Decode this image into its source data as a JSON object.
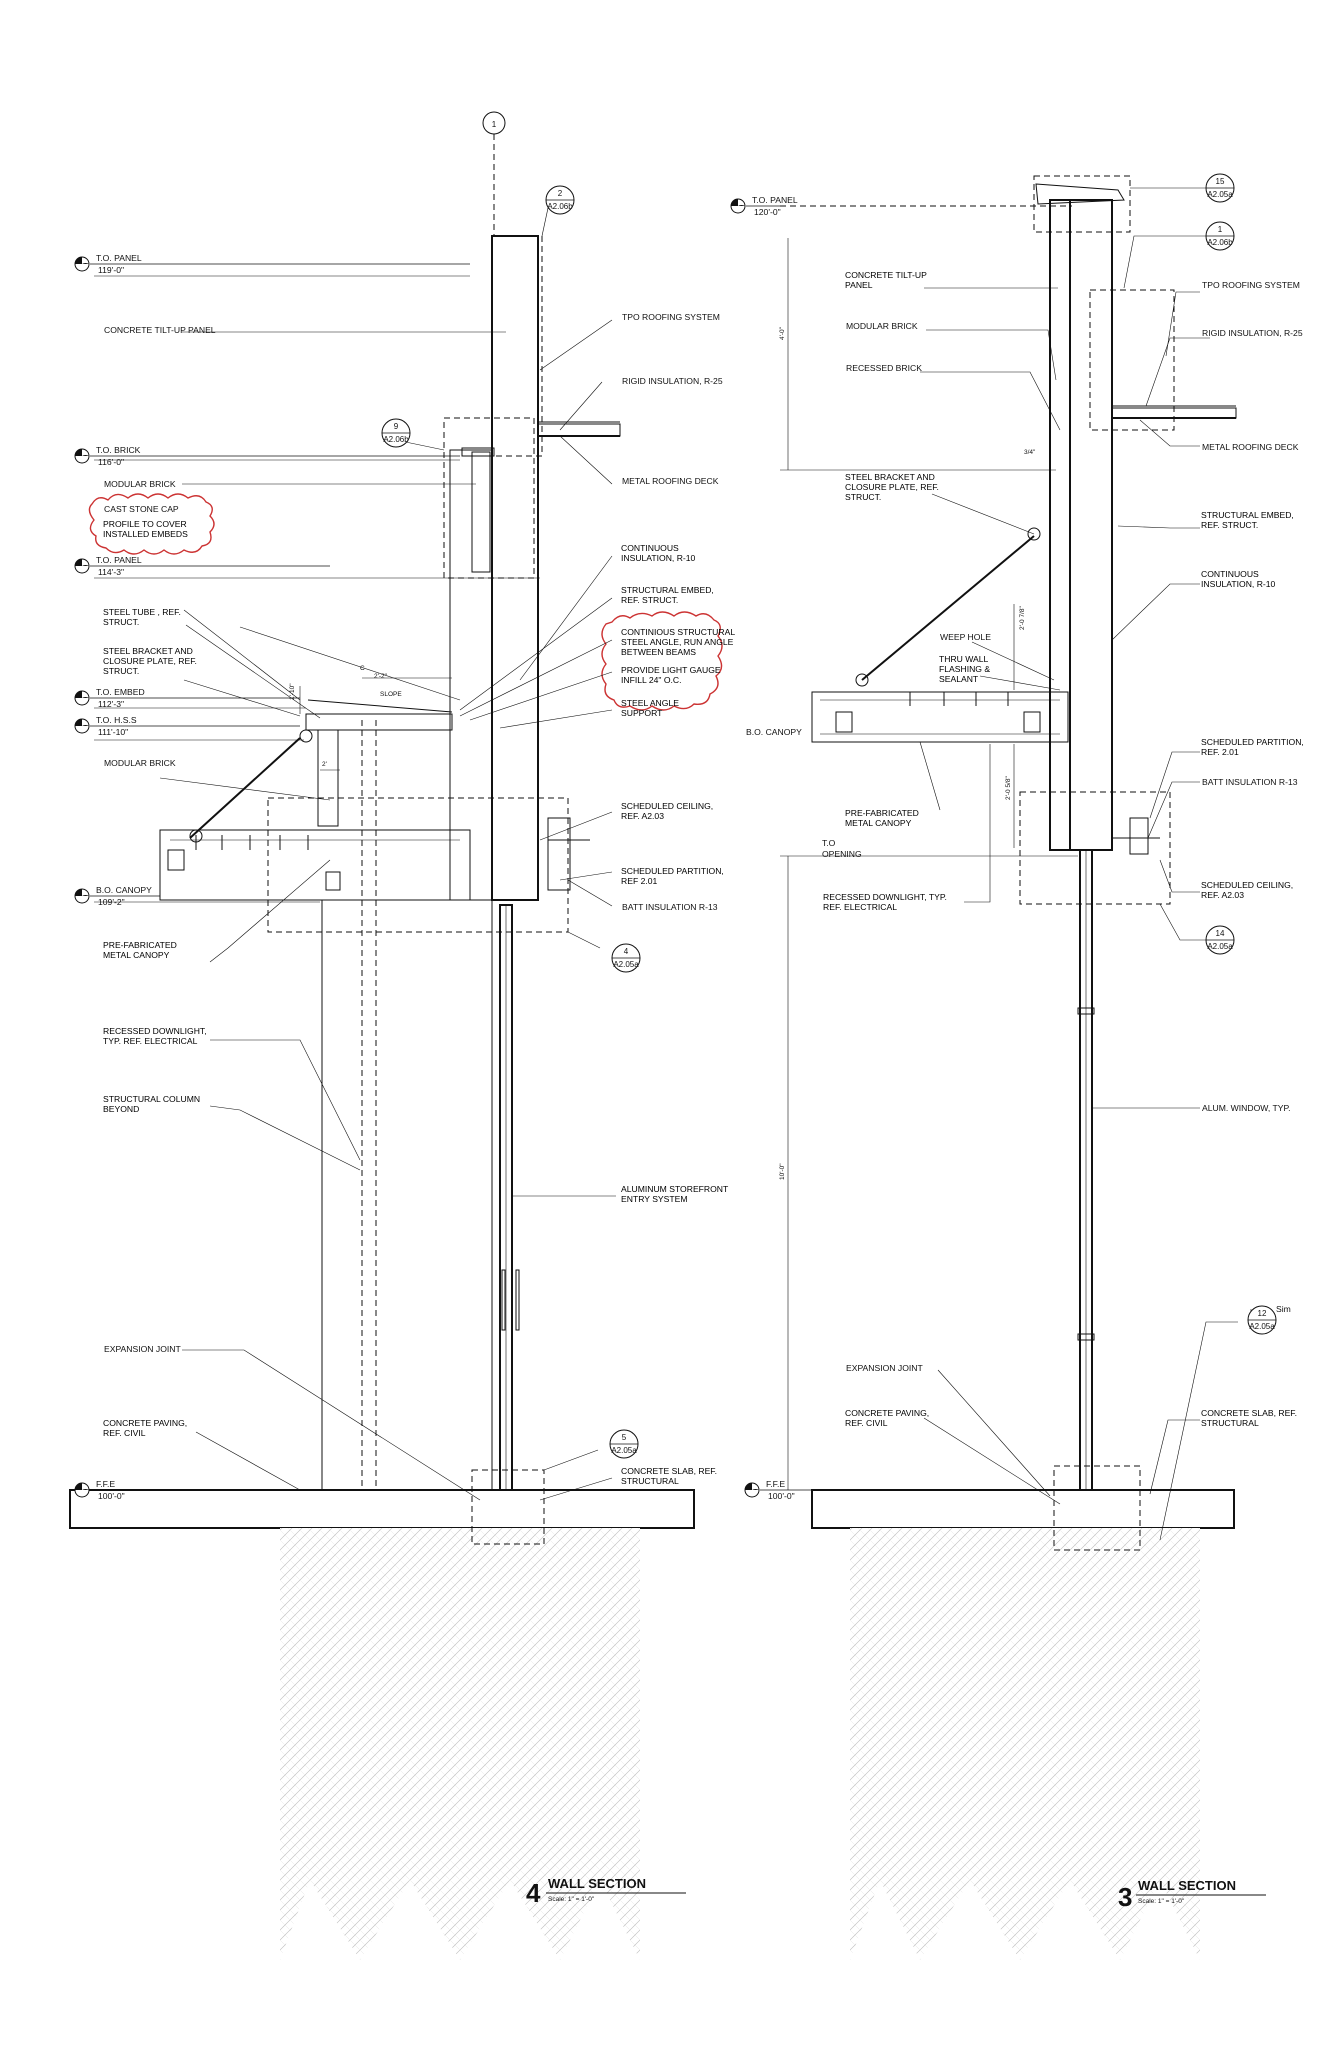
{
  "gridline": {
    "label": "1"
  },
  "section4": {
    "title": "WALL SECTION",
    "number": "4",
    "scale": "Scale: 1\" = 1'-0\"",
    "elevations": [
      {
        "name": "T.O. PANEL",
        "value": "119'-0\""
      },
      {
        "name": "T.O. BRICK",
        "value": "116'-0\""
      },
      {
        "name": "T.O. PANEL",
        "value": "114'-3\""
      },
      {
        "name": "T.O. EMBED",
        "value": "112'-3\""
      },
      {
        "name": "T.O. H.S.S",
        "value": "111'-10\""
      },
      {
        "name": "B.O. CANOPY",
        "value": "109'-2\""
      },
      {
        "name": "F.F.E",
        "value": "100'-0\""
      }
    ],
    "left_labels": [
      "CONCRETE TILT-UP PANEL",
      "MODULAR BRICK",
      "CAST STONE CAP",
      "PROFILE TO COVER INSTALLED EMBEDS",
      "STEEL TUBE , REF. STRUCT.",
      "STEEL BRACKET AND CLOSURE PLATE, REF. STRUCT.",
      "MODULAR BRICK",
      "PRE-FABRICATED METAL CANOPY",
      "RECESSED DOWNLIGHT, TYP. REF. ELECTRICAL",
      "STRUCTURAL COLUMN BEYOND",
      "EXPANSION JOINT",
      "CONCRETE PAVING, REF. CIVIL"
    ],
    "right_labels": [
      "TPO ROOFING SYSTEM",
      "RIGID INSULATION, R-25",
      "METAL ROOFING DECK",
      "CONTINUOUS INSULATION, R-10",
      "STRUCTURAL EMBED, REF. STRUCT.",
      "CONTINIOUS STRUCTURAL STEEL ANGLE, RUN ANGLE BETWEEN BEAMS",
      "PROVIDE LIGHT GAUGE INFILL 24\" O.C.",
      "STEEL ANGLE SUPPORT",
      "SCHEDULED CEILING, REF. A2.03",
      "SCHEDULED PARTITION, REF 2.01",
      "BATT INSULATION R-13",
      "ALUMINUM STOREFRONT ENTRY SYSTEM",
      "CONCRETE SLAB, REF. STRUCTURAL"
    ],
    "bubbles": [
      {
        "num": "2",
        "sheet": "A2.06b"
      },
      {
        "num": "9",
        "sheet": "A2.06b"
      },
      {
        "num": "4",
        "sheet": "A2.05a"
      },
      {
        "num": "5",
        "sheet": "A2.05a"
      }
    ],
    "dims": [
      "1'-10\"",
      "2'-2\"",
      "SLOPE",
      "C",
      "1'",
      "2'"
    ]
  },
  "section3": {
    "title": "WALL SECTION",
    "number": "3",
    "scale": "Scale: 1\" = 1'-0\"",
    "elevations": [
      {
        "name": "T.O. PANEL",
        "value": "120'-0\""
      },
      {
        "name": "B.O. CANOPY",
        "value": ""
      },
      {
        "name": "T.O OPENING",
        "value": ""
      },
      {
        "name": "F.F.E",
        "value": "100'-0\""
      }
    ],
    "left_labels": [
      "CONCRETE TILT-UP PANEL",
      "MODULAR BRICK",
      "RECESSED BRICK",
      "STEEL BRACKET AND CLOSURE PLATE, REF. STRUCT.",
      "WEEP HOLE",
      "THRU WALL FLASHING & SEALANT",
      "PRE-FABRICATED METAL CANOPY",
      "RECESSED DOWNLIGHT, TYP. REF. ELECTRICAL",
      "EXPANSION JOINT",
      "CONCRETE PAVING, REF. CIVIL"
    ],
    "right_labels": [
      "TPO ROOFING SYSTEM",
      "RIGID INSULATION, R-25",
      "METAL ROOFING DECK",
      "STRUCTURAL EMBED, REF. STRUCT.",
      "CONTINUOUS INSULATION, R-10",
      "SCHEDULED PARTITION, REF. 2.01",
      "BATT INSULATION R-13",
      "SCHEDULED CEILING, REF. A2.03",
      "ALUM. WINDOW, TYP.",
      "CONCRETE SLAB, REF. STRUCTURAL"
    ],
    "bubbles": [
      {
        "num": "15",
        "sheet": "A2.05a"
      },
      {
        "num": "1",
        "sheet": "A2.06b"
      },
      {
        "num": "14",
        "sheet": "A2.05a"
      },
      {
        "num": "12",
        "sheet": "A2.05a"
      }
    ],
    "sim": "Sim",
    "dims": [
      "4'-0\"",
      "3/4\"",
      "2'-0 7/8\"",
      "2'-0 5/8\"",
      "10'-0\""
    ]
  },
  "colors": {
    "revision_cloud": "#cc3333",
    "linework": "#111111"
  }
}
